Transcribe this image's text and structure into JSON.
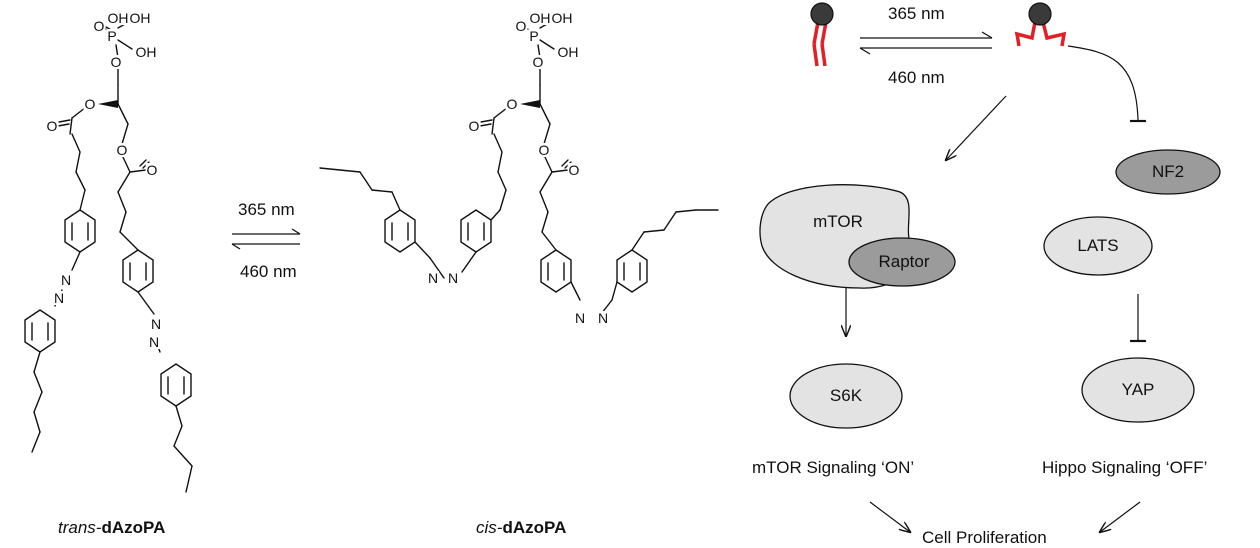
{
  "structures": {
    "trans_caption_prefix": "trans-",
    "trans_caption_name": "dAzoPA",
    "cis_caption_prefix": "cis-",
    "cis_caption_name": "dAzoPA",
    "atoms": {
      "oh": "OH",
      "p": "P",
      "o": "O",
      "n": "N"
    },
    "middle_forward_label": "365 nm",
    "middle_reverse_label": "460 nm"
  },
  "pathway": {
    "forward_light": "365 nm",
    "reverse_light": "460 nm",
    "nodes": {
      "mtor": "mTOR",
      "raptor": "Raptor",
      "s6k": "S6K",
      "nf2": "NF2",
      "lats": "LATS",
      "yap": "YAP"
    },
    "mtor_signaling": "mTOR Signaling ‘ON’",
    "hippo_signaling": "Hippo Signaling ‘OFF’",
    "outcome": "Cell Proliferation"
  },
  "colors": {
    "lipid_tail": "#e21f26",
    "headgroup": "#3a3a3a",
    "node_light": "#e3e3e3",
    "node_dark": "#9b9b9b"
  }
}
